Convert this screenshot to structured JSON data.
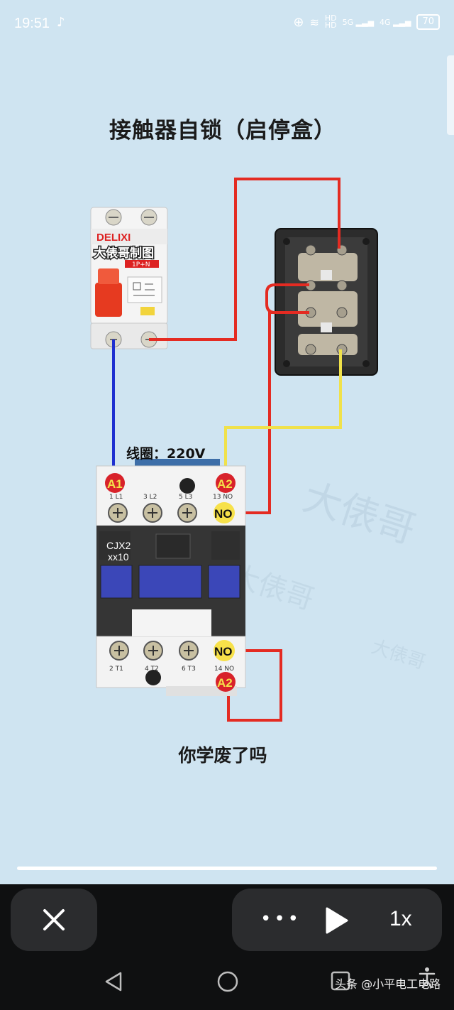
{
  "status_bar": {
    "time": "19:51",
    "network_a": "HD",
    "network_b": "HD",
    "signal_5g": "5G",
    "signal_4g": "4G",
    "battery": "70"
  },
  "diagram": {
    "title": "接触器自锁（启停盒）",
    "breaker_brand": "DELIXI",
    "breaker_label": "大俵哥制图",
    "breaker_model": "1P+N",
    "coil_label": "线圈：220V",
    "contactor_model_line1": "CJX2",
    "contactor_model_line2": "xx10",
    "terminal_a1": "A1",
    "terminal_a2_top": "A2",
    "terminal_no_top": "NO",
    "terminal_no_bottom": "NO",
    "terminal_a2_bottom": "A2",
    "top_labels": [
      "1 L1",
      "3 L2",
      "5 L3",
      "13 NO"
    ],
    "bottom_labels": [
      "2 T1",
      "4 T2",
      "6 T3",
      "14 NO"
    ],
    "caption": "你学废了吗",
    "watermarks": [
      "大俵哥",
      "大俵哥",
      "大俵哥"
    ],
    "colors": {
      "red": "#e42b22",
      "blue": "#1e2fd0",
      "yellow": "#f0e14a",
      "background": "#cfe4f1"
    }
  },
  "player": {
    "progress": 1.0,
    "more_label": "•••",
    "speed_label": "1x"
  },
  "nav": {
    "watermark": "头条 @小平电工电路"
  }
}
